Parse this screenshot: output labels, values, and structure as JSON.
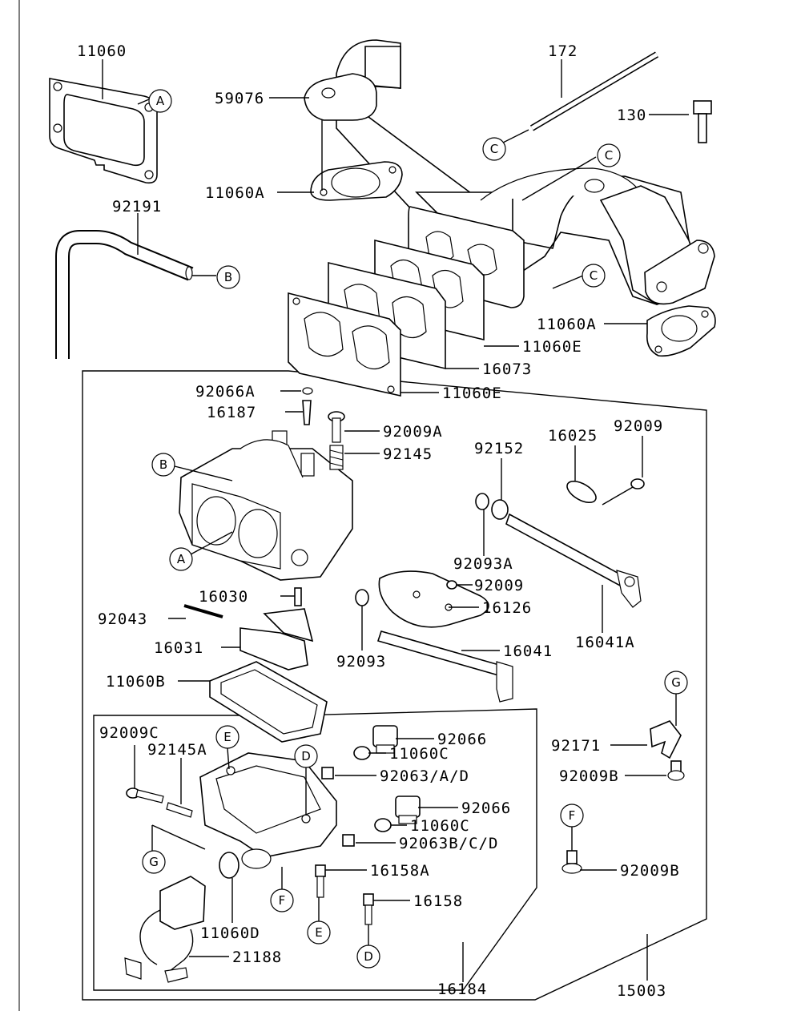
{
  "labels": [
    {
      "id": "p11060",
      "text": "11060"
    },
    {
      "id": "p172",
      "text": "172"
    },
    {
      "id": "p59076",
      "text": "59076"
    },
    {
      "id": "p130",
      "text": "130"
    },
    {
      "id": "p11060A_1",
      "text": "11060A"
    },
    {
      "id": "p92191",
      "text": "92191"
    },
    {
      "id": "p11060A_2",
      "text": "11060A"
    },
    {
      "id": "p11060E_1",
      "text": "11060E"
    },
    {
      "id": "p16073",
      "text": "16073"
    },
    {
      "id": "p11060E_2",
      "text": "11060E"
    },
    {
      "id": "p92066A",
      "text": "92066A"
    },
    {
      "id": "p16187",
      "text": "16187"
    },
    {
      "id": "p92009A",
      "text": "92009A"
    },
    {
      "id": "p92145",
      "text": "92145"
    },
    {
      "id": "p92152",
      "text": "92152"
    },
    {
      "id": "p16025",
      "text": "16025"
    },
    {
      "id": "p92009_1",
      "text": "92009"
    },
    {
      "id": "p92093A",
      "text": "92093A"
    },
    {
      "id": "p92009_2",
      "text": "92009"
    },
    {
      "id": "p16030",
      "text": "16030"
    },
    {
      "id": "p16126",
      "text": "16126"
    },
    {
      "id": "p92043",
      "text": "92043"
    },
    {
      "id": "p16041A",
      "text": "16041A"
    },
    {
      "id": "p16031",
      "text": "16031"
    },
    {
      "id": "p16041",
      "text": "16041"
    },
    {
      "id": "p92093",
      "text": "92093"
    },
    {
      "id": "p11060B",
      "text": "11060B"
    },
    {
      "id": "p92009C",
      "text": "92009C"
    },
    {
      "id": "p92066_1",
      "text": "92066"
    },
    {
      "id": "p92145A",
      "text": "92145A"
    },
    {
      "id": "p11060C_1",
      "text": "11060C"
    },
    {
      "id": "p92171",
      "text": "92171"
    },
    {
      "id": "p92063AD",
      "text": "92063/A/D"
    },
    {
      "id": "p92009B_1",
      "text": "92009B"
    },
    {
      "id": "p92066_2",
      "text": "92066"
    },
    {
      "id": "p11060C_2",
      "text": "11060C"
    },
    {
      "id": "p92063BCD",
      "text": "92063B/C/D"
    },
    {
      "id": "p16158A",
      "text": "16158A"
    },
    {
      "id": "p92009B_2",
      "text": "92009B"
    },
    {
      "id": "p16158",
      "text": "16158"
    },
    {
      "id": "p11060D",
      "text": "11060D"
    },
    {
      "id": "p21188",
      "text": "21188"
    },
    {
      "id": "p16184",
      "text": "16184"
    },
    {
      "id": "p15003",
      "text": "15003"
    }
  ],
  "callouts": [
    {
      "id": "cA1",
      "letter": "A"
    },
    {
      "id": "cB1",
      "letter": "B"
    },
    {
      "id": "cC1",
      "letter": "C"
    },
    {
      "id": "cC2",
      "letter": "C"
    },
    {
      "id": "cC3",
      "letter": "C"
    },
    {
      "id": "cB2",
      "letter": "B"
    },
    {
      "id": "cA2",
      "letter": "A"
    },
    {
      "id": "cG1",
      "letter": "G"
    },
    {
      "id": "cE1",
      "letter": "E"
    },
    {
      "id": "cD1",
      "letter": "D"
    },
    {
      "id": "cF1",
      "letter": "F"
    },
    {
      "id": "cG2",
      "letter": "G"
    },
    {
      "id": "cF2",
      "letter": "F"
    },
    {
      "id": "cE2",
      "letter": "E"
    },
    {
      "id": "cD2",
      "letter": "D"
    }
  ]
}
